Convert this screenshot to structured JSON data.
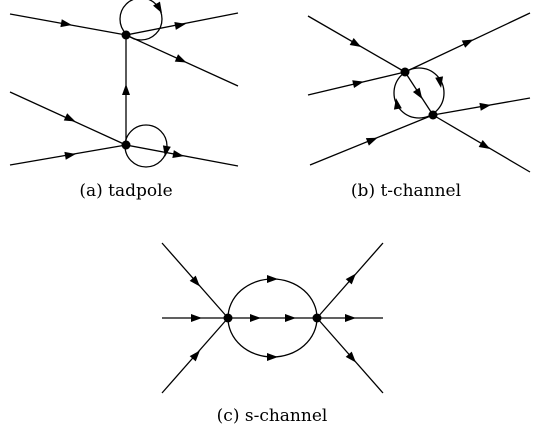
{
  "captions": {
    "a": "(a) tadpole",
    "b": "(b) t-channel",
    "c": "(c) s-channel"
  },
  "style": {
    "line_color": "#000000",
    "background": "#ffffff"
  }
}
